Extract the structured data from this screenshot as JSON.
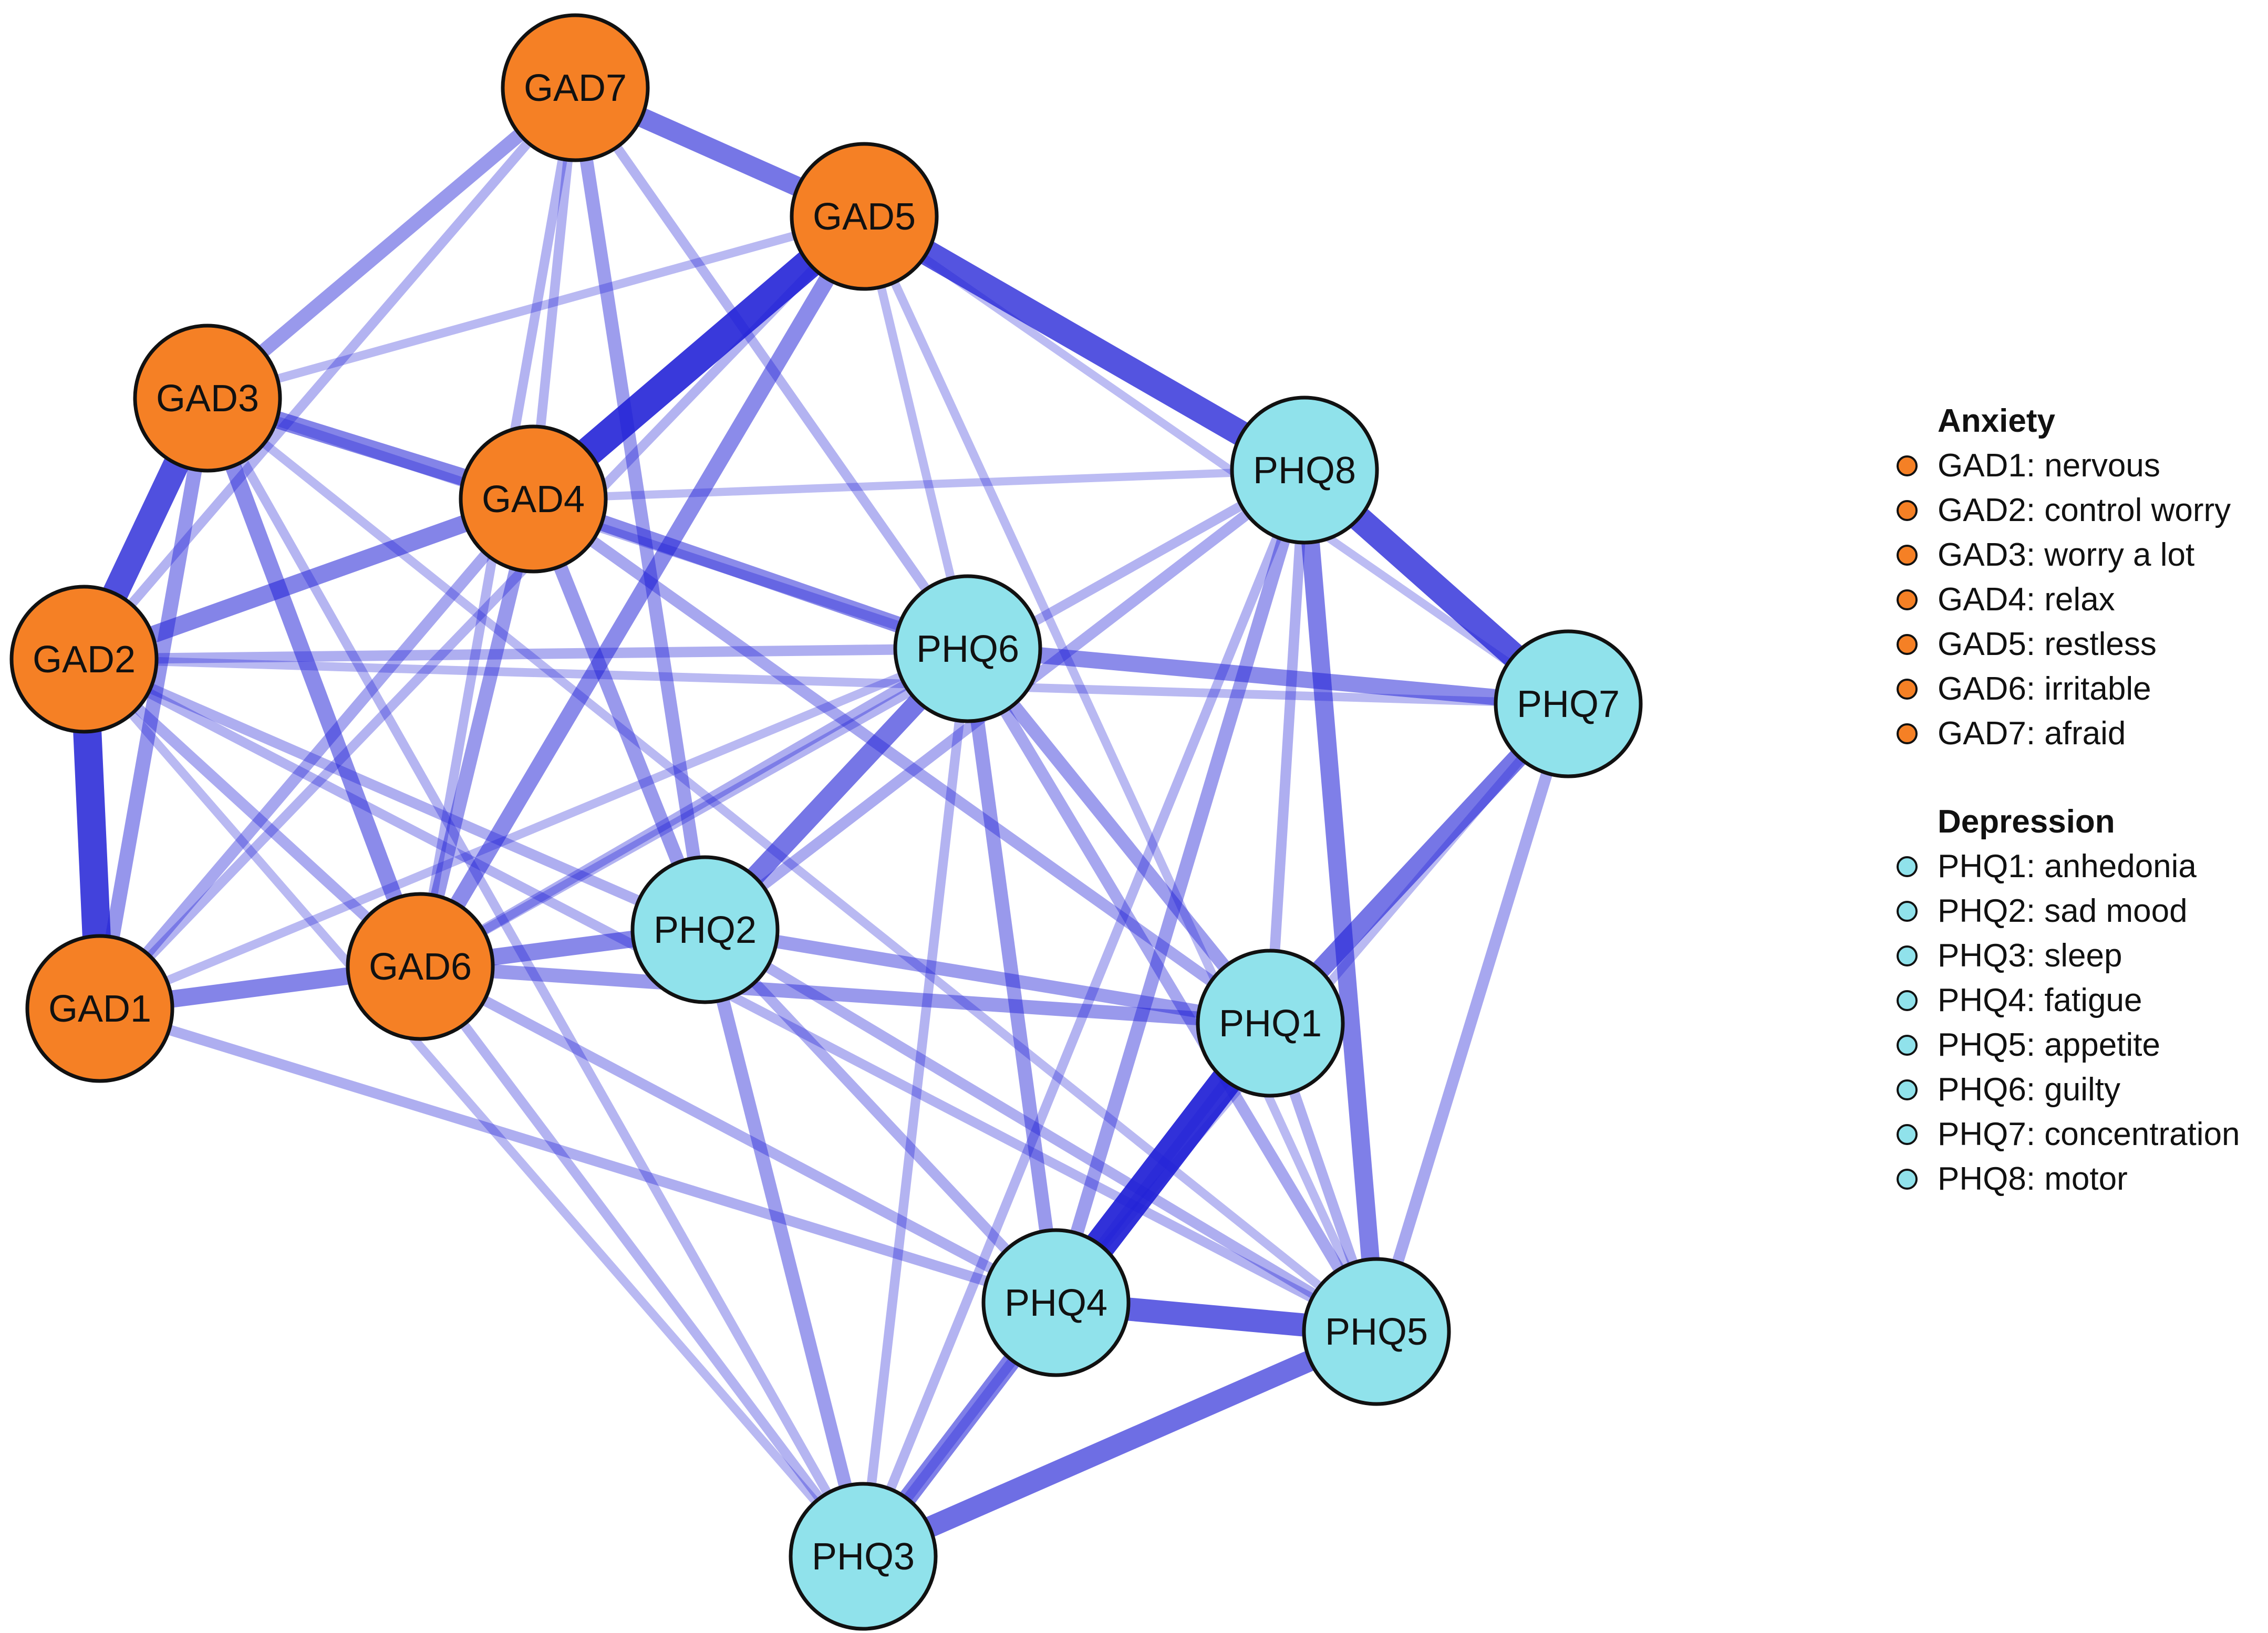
{
  "colors": {
    "anxiety": "#f58025",
    "depression": "#90e2eb",
    "edge": "#1f1fd6",
    "stroke": "#111111"
  },
  "nodes": [
    {
      "id": "GAD1",
      "label": "GAD1",
      "group": "anxiety"
    },
    {
      "id": "GAD2",
      "label": "GAD2",
      "group": "anxiety"
    },
    {
      "id": "GAD3",
      "label": "GAD3",
      "group": "anxiety"
    },
    {
      "id": "GAD4",
      "label": "GAD4",
      "group": "anxiety"
    },
    {
      "id": "GAD5",
      "label": "GAD5",
      "group": "anxiety"
    },
    {
      "id": "GAD6",
      "label": "GAD6",
      "group": "anxiety"
    },
    {
      "id": "GAD7",
      "label": "GAD7",
      "group": "anxiety"
    },
    {
      "id": "PHQ1",
      "label": "PHQ1",
      "group": "depression"
    },
    {
      "id": "PHQ2",
      "label": "PHQ2",
      "group": "depression"
    },
    {
      "id": "PHQ3",
      "label": "PHQ3",
      "group": "depression"
    },
    {
      "id": "PHQ4",
      "label": "PHQ4",
      "group": "depression"
    },
    {
      "id": "PHQ5",
      "label": "PHQ5",
      "group": "depression"
    },
    {
      "id": "PHQ6",
      "label": "PHQ6",
      "group": "depression"
    },
    {
      "id": "PHQ7",
      "label": "PHQ7",
      "group": "depression"
    },
    {
      "id": "PHQ8",
      "label": "PHQ8",
      "group": "depression"
    }
  ],
  "edges": [
    {
      "from": "GAD5",
      "to": "GAD4",
      "weight": 0.85
    },
    {
      "from": "PHQ1",
      "to": "PHQ4",
      "weight": 0.9
    },
    {
      "from": "GAD1",
      "to": "GAD2",
      "weight": 0.8
    },
    {
      "from": "GAD2",
      "to": "GAD3",
      "weight": 0.72
    },
    {
      "from": "GAD5",
      "to": "PHQ8",
      "weight": 0.7
    },
    {
      "from": "PHQ8",
      "to": "PHQ7",
      "weight": 0.7
    },
    {
      "from": "GAD7",
      "to": "GAD5",
      "weight": 0.5
    },
    {
      "from": "PHQ4",
      "to": "PHQ5",
      "weight": 0.62
    },
    {
      "from": "PHQ3",
      "to": "PHQ5",
      "weight": 0.55
    },
    {
      "from": "PHQ7",
      "to": "PHQ1",
      "weight": 0.5
    },
    {
      "from": "PHQ6",
      "to": "PHQ2",
      "weight": 0.5
    },
    {
      "from": "PHQ8",
      "to": "PHQ5",
      "weight": 0.45
    },
    {
      "from": "PHQ3",
      "to": "PHQ4",
      "weight": 0.45
    },
    {
      "from": "GAD3",
      "to": "GAD4",
      "weight": 0.42
    },
    {
      "from": "GAD2",
      "to": "GAD4",
      "weight": 0.42
    },
    {
      "from": "GAD1",
      "to": "GAD6",
      "weight": 0.42
    },
    {
      "from": "GAD6",
      "to": "PHQ2",
      "weight": 0.4
    },
    {
      "from": "GAD4",
      "to": "PHQ6",
      "weight": 0.38
    },
    {
      "from": "PHQ6",
      "to": "PHQ7",
      "weight": 0.38
    },
    {
      "from": "GAD5",
      "to": "GAD6",
      "weight": 0.38
    },
    {
      "from": "GAD3",
      "to": "GAD6",
      "weight": 0.38
    },
    {
      "from": "GAD7",
      "to": "GAD3",
      "weight": 0.3
    },
    {
      "from": "GAD3",
      "to": "GAD1",
      "weight": 0.32
    },
    {
      "from": "GAD4",
      "to": "GAD6",
      "weight": 0.3
    },
    {
      "from": "GAD7",
      "to": "PHQ2",
      "weight": 0.28
    },
    {
      "from": "GAD4",
      "to": "PHQ2",
      "weight": 0.3
    },
    {
      "from": "GAD6",
      "to": "PHQ1",
      "weight": 0.3
    },
    {
      "from": "PHQ2",
      "to": "PHQ1",
      "weight": 0.28
    },
    {
      "from": "PHQ6",
      "to": "PHQ4",
      "weight": 0.3
    },
    {
      "from": "PHQ6",
      "to": "PHQ1",
      "weight": 0.28
    },
    {
      "from": "PHQ2",
      "to": "PHQ3",
      "weight": 0.28
    },
    {
      "from": "PHQ8",
      "to": "PHQ4",
      "weight": 0.28
    },
    {
      "from": "GAD4",
      "to": "PHQ1",
      "weight": 0.22
    },
    {
      "from": "GAD1",
      "to": "GAD4",
      "weight": 0.22
    },
    {
      "from": "GAD2",
      "to": "PHQ6",
      "weight": 0.18
    },
    {
      "from": "GAD2",
      "to": "PHQ2",
      "weight": 0.18
    },
    {
      "from": "GAD1",
      "to": "PHQ4",
      "weight": 0.18
    },
    {
      "from": "GAD1",
      "to": "GAD5",
      "weight": 0.15
    },
    {
      "from": "GAD2",
      "to": "PHQ7",
      "weight": 0.12
    },
    {
      "from": "GAD3",
      "to": "PHQ6",
      "weight": 0.15
    },
    {
      "from": "GAD7",
      "to": "PHQ6",
      "weight": 0.15
    },
    {
      "from": "GAD7",
      "to": "GAD2",
      "weight": 0.15
    },
    {
      "from": "GAD7",
      "to": "GAD6",
      "weight": 0.15
    },
    {
      "from": "GAD7",
      "to": "GAD4",
      "weight": 0.15
    },
    {
      "from": "GAD5",
      "to": "GAD3",
      "weight": 0.12
    },
    {
      "from": "GAD5",
      "to": "PHQ6",
      "weight": 0.12
    },
    {
      "from": "GAD5",
      "to": "PHQ5",
      "weight": 0.12
    },
    {
      "from": "GAD4",
      "to": "PHQ8",
      "weight": 0.1
    },
    {
      "from": "GAD6",
      "to": "PHQ3",
      "weight": 0.15
    },
    {
      "from": "GAD6",
      "to": "PHQ4",
      "weight": 0.18
    },
    {
      "from": "GAD2",
      "to": "PHQ5",
      "weight": 0.15
    },
    {
      "from": "GAD3",
      "to": "PHQ5",
      "weight": 0.12
    },
    {
      "from": "GAD1",
      "to": "PHQ6",
      "weight": 0.12
    },
    {
      "from": "GAD6",
      "to": "PHQ8",
      "weight": 0.15
    },
    {
      "from": "PHQ2",
      "to": "PHQ4",
      "weight": 0.18
    },
    {
      "from": "PHQ2",
      "to": "PHQ5",
      "weight": 0.18
    },
    {
      "from": "PHQ6",
      "to": "PHQ5",
      "weight": 0.22
    },
    {
      "from": "PHQ6",
      "to": "PHQ3",
      "weight": 0.15
    },
    {
      "from": "PHQ8",
      "to": "PHQ2",
      "weight": 0.2
    },
    {
      "from": "PHQ8",
      "to": "PHQ1",
      "weight": 0.18
    },
    {
      "from": "PHQ8",
      "to": "PHQ3",
      "weight": 0.15
    },
    {
      "from": "PHQ1",
      "to": "PHQ5",
      "weight": 0.18
    },
    {
      "from": "PHQ1",
      "to": "PHQ3",
      "weight": 0.15
    },
    {
      "from": "PHQ7",
      "to": "PHQ5",
      "weight": 0.22
    },
    {
      "from": "GAD5",
      "to": "PHQ7",
      "weight": 0.1
    },
    {
      "from": "GAD3",
      "to": "PHQ3",
      "weight": 0.14
    },
    {
      "from": "GAD2",
      "to": "PHQ3",
      "weight": 0.12
    },
    {
      "from": "GAD2",
      "to": "GAD6",
      "weight": 0.2
    },
    {
      "from": "GAD6",
      "to": "PHQ6",
      "weight": 0.18
    },
    {
      "from": "PHQ4",
      "to": "PHQ7",
      "weight": 0.12
    }
  ],
  "legend": {
    "anxiety": {
      "title": "Anxiety",
      "items": [
        "GAD1: nervous",
        "GAD2: control worry",
        "GAD3: worry a lot",
        "GAD4: relax",
        "GAD5: restless",
        "GAD6: irritable",
        "GAD7: afraid"
      ]
    },
    "depression": {
      "title": "Depression",
      "items": [
        "PHQ1: anhedonia",
        "PHQ2: sad mood",
        "PHQ3: sleep",
        "PHQ4: fatigue",
        "PHQ5: appetite",
        "PHQ6: guilty",
        "PHQ7: concentration",
        "PHQ8: motor"
      ]
    }
  }
}
